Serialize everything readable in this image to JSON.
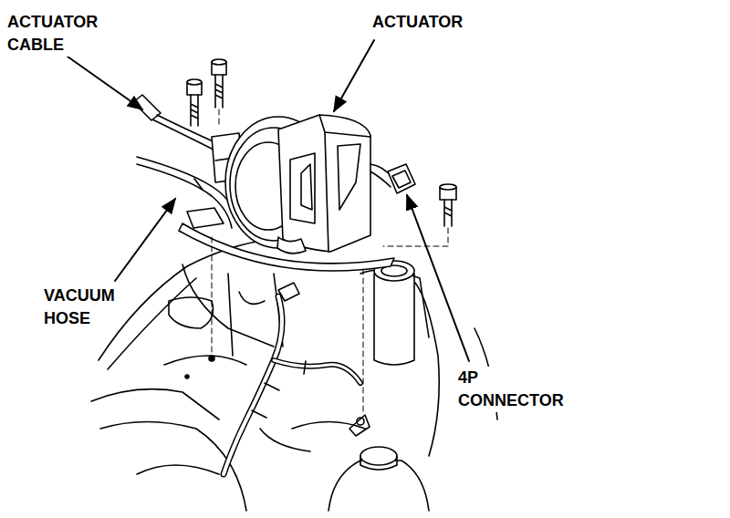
{
  "diagram": {
    "labels": [
      "ACTUATOR CABLE",
      "ACTUATOR",
      "VACUUM HOSE",
      "4P CONNECTOR"
    ]
  }
}
